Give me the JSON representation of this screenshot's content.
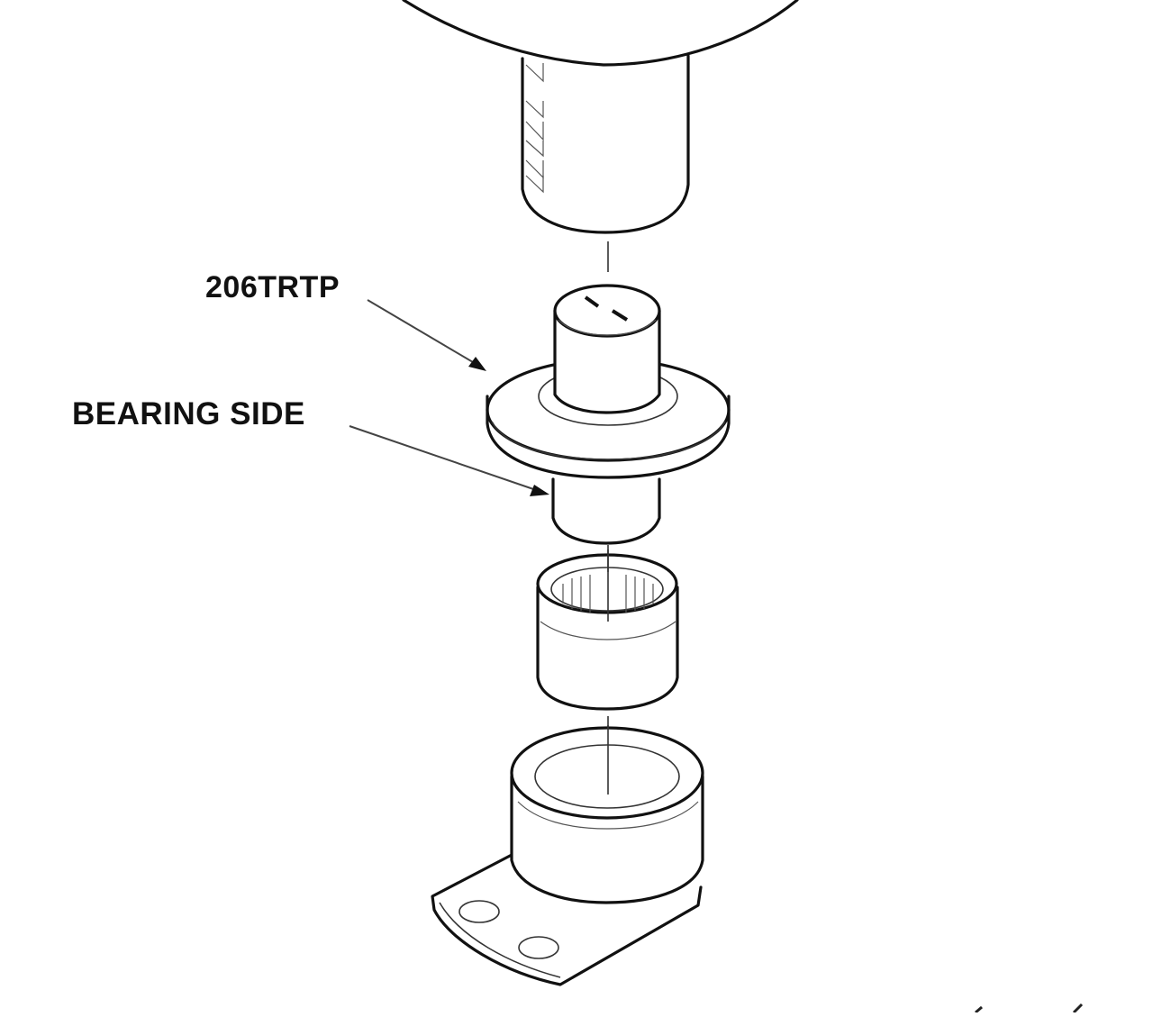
{
  "diagram": {
    "type": "exploded-view assembly line drawing",
    "colors": {
      "background": "#ffffff",
      "line": "#111111"
    },
    "labels": {
      "part_number": "206TRTP",
      "bearing_side": "BEARING SIDE"
    },
    "components": [
      {
        "id": "upper-housing",
        "description": "upper cylindrical housing with splined shaft"
      },
      {
        "id": "pin-206trtp",
        "description": "flanged pivot pin, part 206TRTP"
      },
      {
        "id": "needle-bearing",
        "description": "needle roller bearing cup"
      },
      {
        "id": "flange-base",
        "description": "cylindrical mount with two-hole flange bracket"
      }
    ]
  }
}
